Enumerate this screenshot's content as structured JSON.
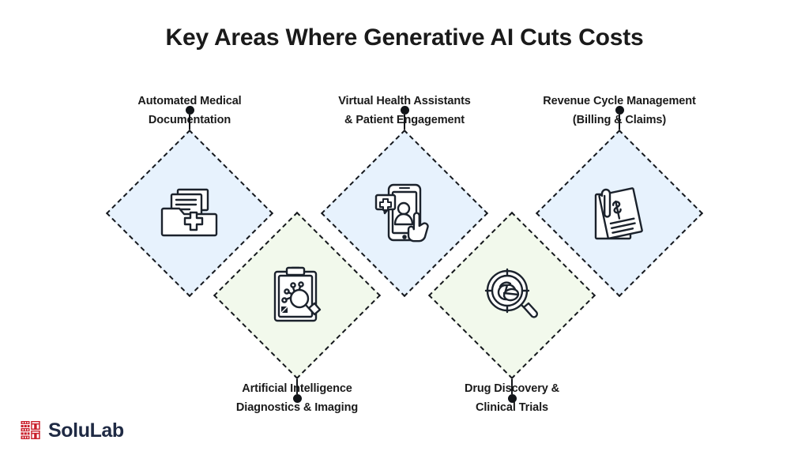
{
  "page": {
    "title": "Key Areas Where Generative AI Cuts Costs",
    "background_color": "#ffffff"
  },
  "theme": {
    "blue_fill": "#e7f2fd",
    "green_fill": "#f2f9ec",
    "outline": "#15181d",
    "text": "#1a1a1a",
    "logo_mark_color": "#d02game",
    "logo_mark_red": "#c9202b",
    "logo_text_color": "#1f2a44"
  },
  "nodes": [
    {
      "id": "automated-medical-documentation",
      "label_line1": "Automated Medical",
      "label_line2": "Documentation",
      "label_position": "top",
      "diamond_color": "blue",
      "icon": "medical-folder-icon"
    },
    {
      "id": "ai-diagnostics-imaging",
      "label_line1": "Artificial Intelligence",
      "label_line2": "Diagnostics & Imaging",
      "label_position": "bottom",
      "diamond_color": "green",
      "icon": "clipboard-analysis-icon"
    },
    {
      "id": "virtual-health-assistants",
      "label_line1": "Virtual Health Assistants",
      "label_line2": "& Patient Engagement",
      "label_position": "top",
      "diamond_color": "blue",
      "icon": "mobile-patient-chat-icon"
    },
    {
      "id": "drug-discovery-clinical-trials",
      "label_line1": "Drug Discovery &",
      "label_line2": "Clinical Trials",
      "label_position": "bottom",
      "diamond_color": "green",
      "icon": "pill-magnifier-icon"
    },
    {
      "id": "revenue-cycle-management",
      "label_line1": "Revenue Cycle Management",
      "label_line2": "(Billing & Claims)",
      "label_position": "top",
      "diamond_color": "blue",
      "icon": "invoice-dollar-icon"
    }
  ],
  "logo": {
    "text": "SoluLab",
    "mark_label": "solulab-logo-mark"
  }
}
